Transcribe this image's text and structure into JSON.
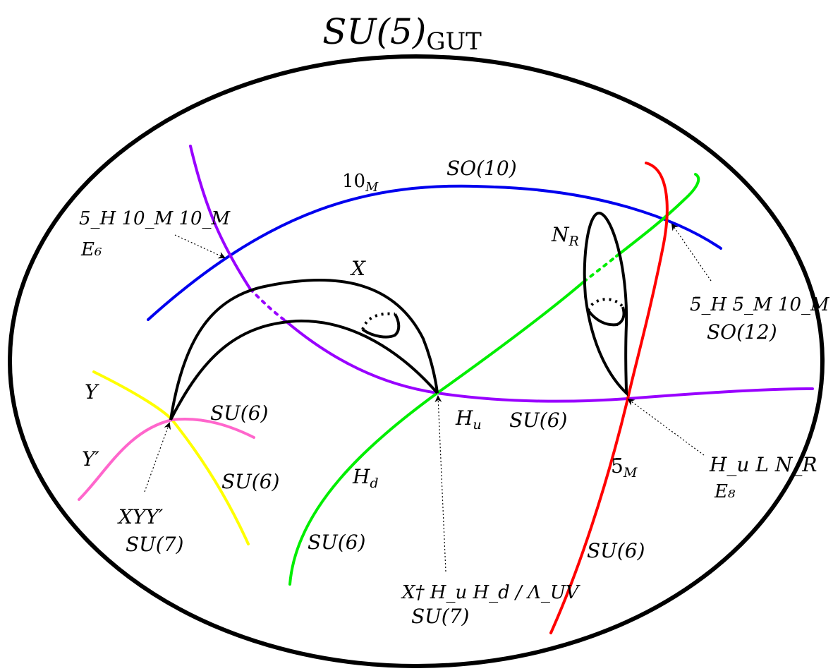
{
  "title": {
    "main": "SU(5)",
    "sub": "GUT"
  },
  "colors": {
    "blue_curve": "#0000ee",
    "purple_curve": "#9900ff",
    "green_curve": "#00ee00",
    "red_curve": "#ff0000",
    "yellow_curve": "#ffff00",
    "pink_curve": "#ff66cc",
    "outline": "#000000"
  },
  "curves": {
    "blue": {
      "name": "10",
      "sub": "M",
      "group": "SO(10)"
    },
    "purple": {
      "group": "SU(6)"
    },
    "green": {
      "name": "H",
      "sub": "d",
      "group": "SU(6)"
    },
    "red": {
      "name": "5̄",
      "sub": "M",
      "group": "SU(6)"
    },
    "yellow": {
      "name": "Y",
      "group": "SU(6)"
    },
    "pink": {
      "name": "Y′",
      "group": "SU(6)"
    },
    "X_loop": {
      "name": "X"
    },
    "NR_loop": {
      "name": "N",
      "sub": "R"
    },
    "Hu_label": {
      "name": "H",
      "sub": "u"
    }
  },
  "intersections": {
    "e6": {
      "term": "5_H 10_M 10_M",
      "group": "E₆"
    },
    "so12": {
      "term": "5̄_H 5̄_M 10_M",
      "group": "SO(12)"
    },
    "e8": {
      "term": "H_u L N_R",
      "group": "E₈"
    },
    "su7_xyy": {
      "term": "XYY′",
      "group": "SU(7)"
    },
    "su7_x": {
      "term": "X† H_u H_d / Λ_UV",
      "group": "SU(7)"
    }
  }
}
